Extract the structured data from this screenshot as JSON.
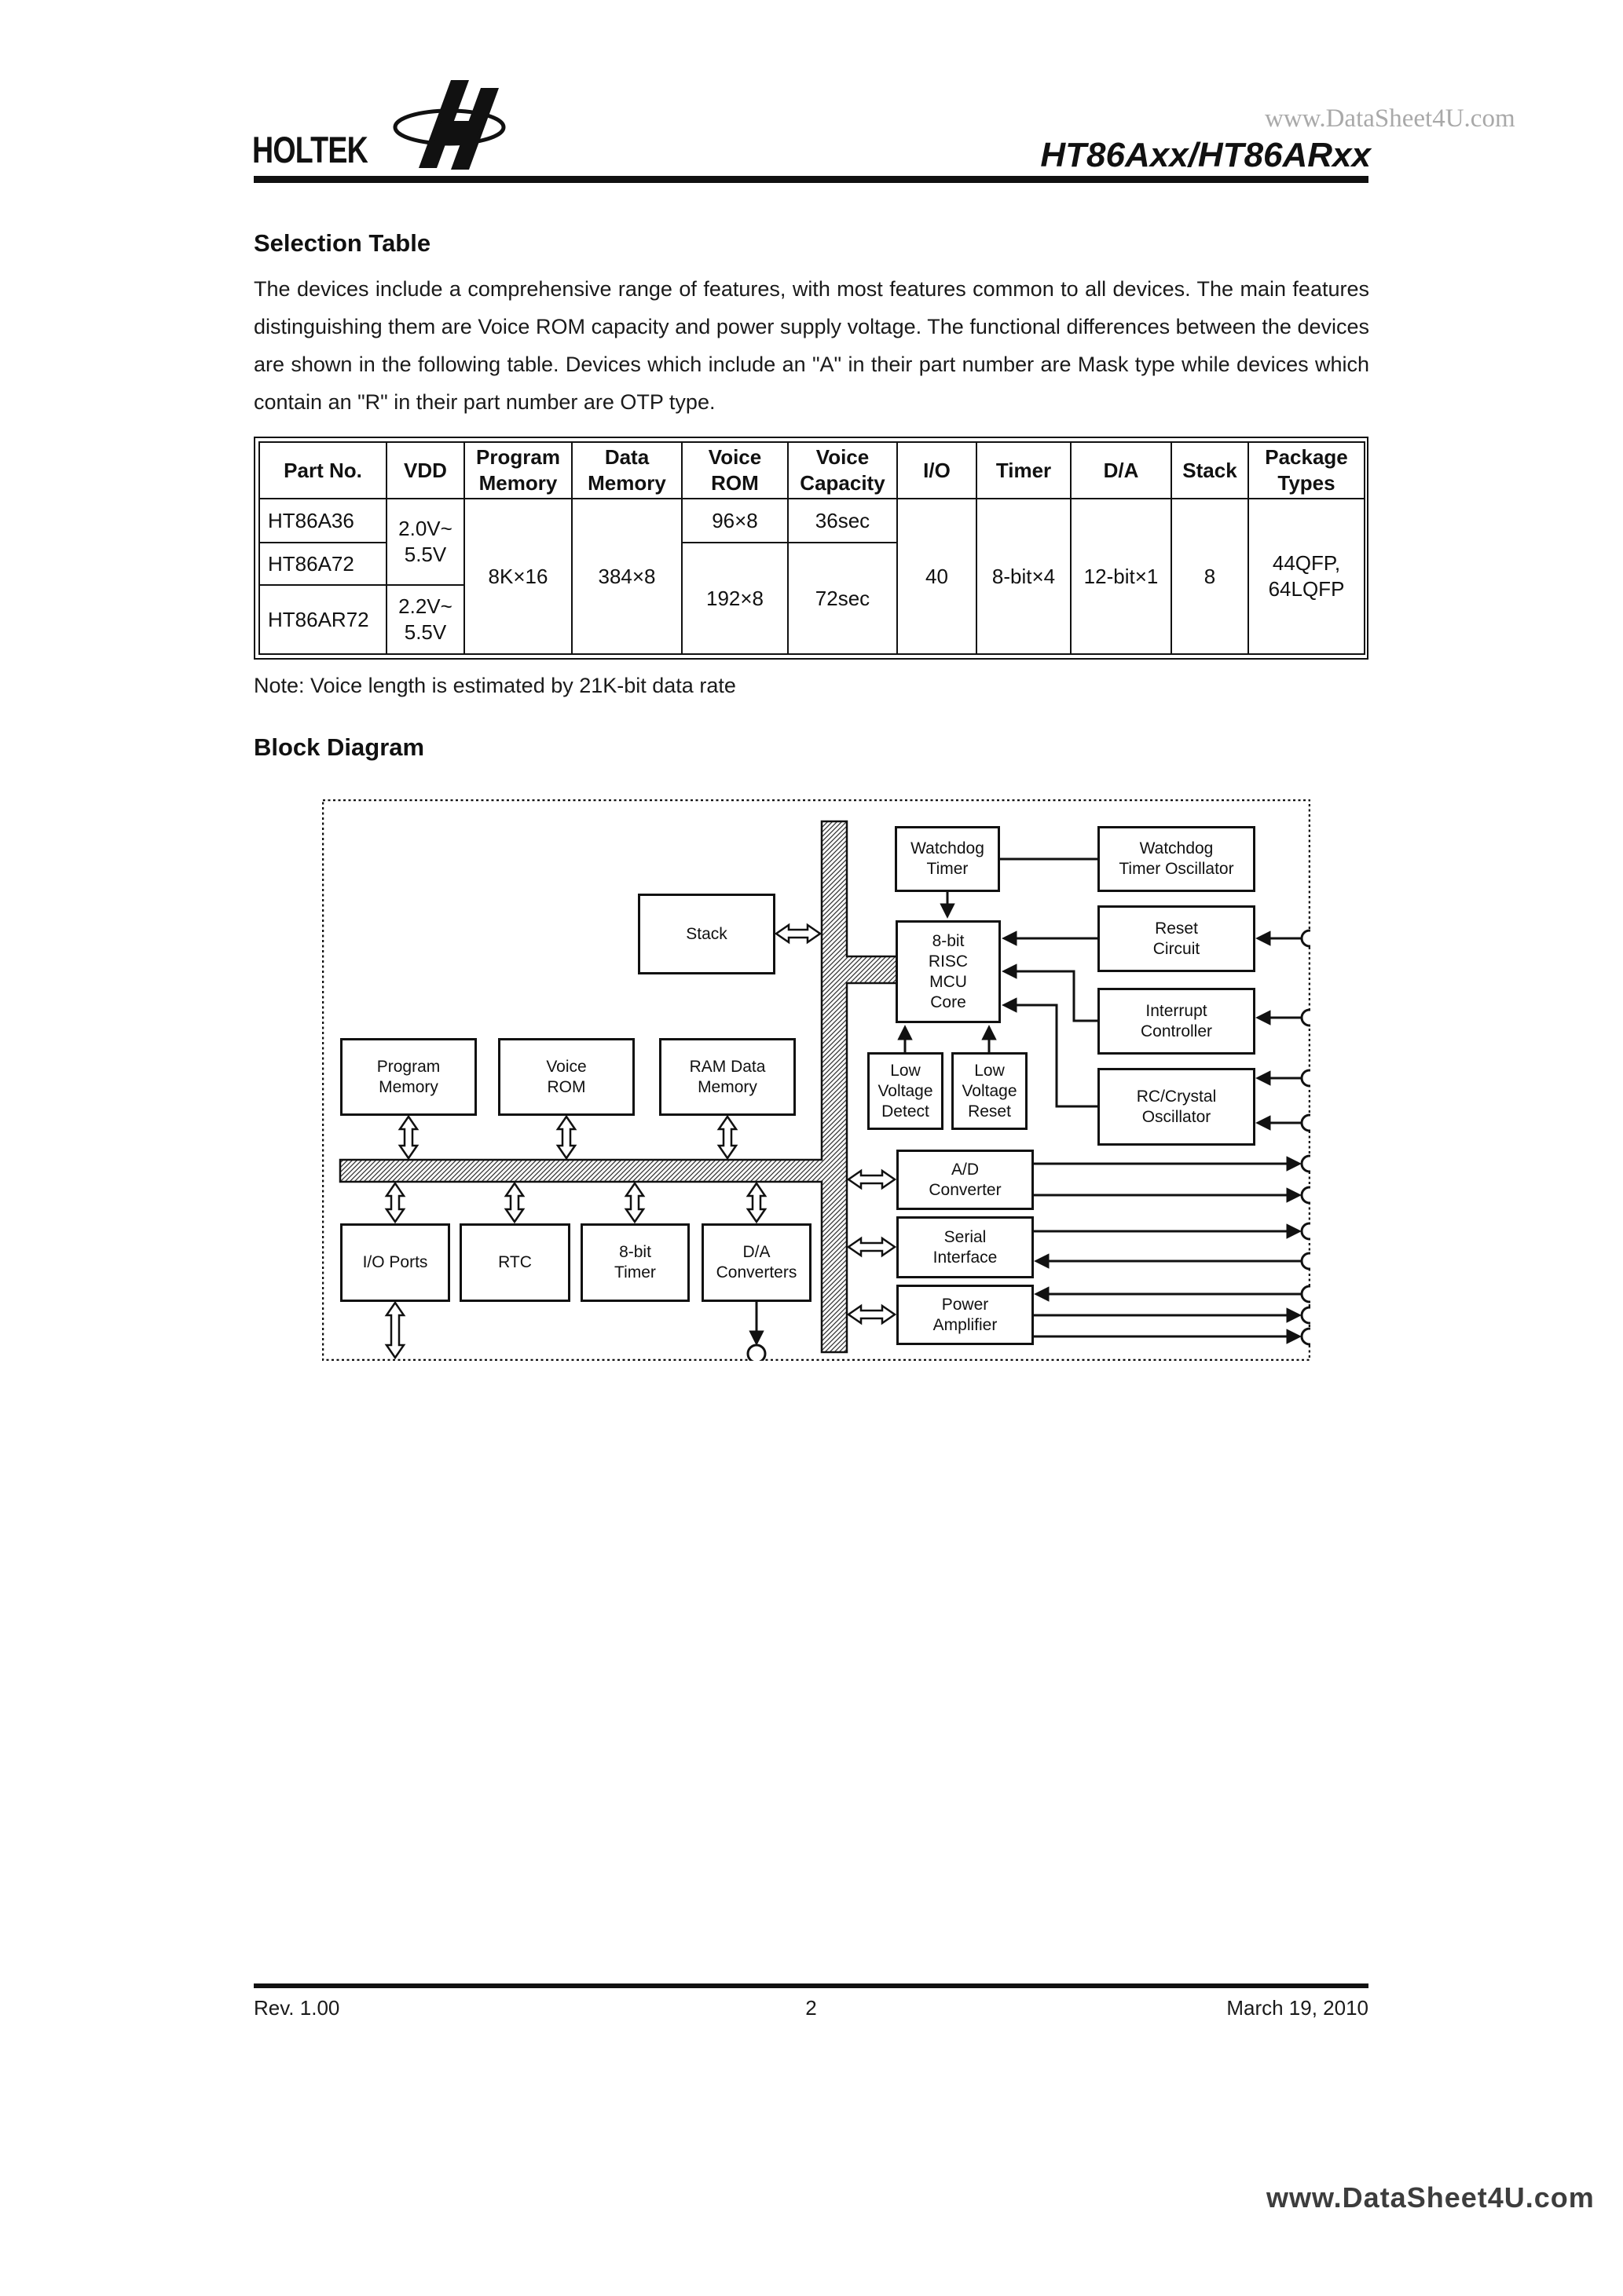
{
  "header": {
    "brand": "HOLTEK",
    "watermark_top": "www.DataSheet4U.com",
    "title": "HT86Axx/HT86ARxx"
  },
  "sections": {
    "selection_table_heading": "Selection Table",
    "intro_paragraph": "The devices include a comprehensive range of features, with most features common to all devices. The main features distinguishing them are Voice ROM capacity and power supply voltage. The functional differences between the devices are shown in the following table. Devices which include an \"A\" in their part number are Mask type while devices which contain an \"R\" in their part number are OTP type.",
    "note": "Note: Voice length is estimated by 21K-bit data rate",
    "block_diagram_heading": "Block Diagram"
  },
  "table": {
    "headers": [
      "Part No.",
      "VDD",
      "Program\nMemory",
      "Data\nMemory",
      "Voice\nROM",
      "Voice\nCapacity",
      "I/O",
      "Timer",
      "D/A",
      "Stack",
      "Package\nTypes"
    ],
    "cells": {
      "part1": "HT86A36",
      "part2": "HT86A72",
      "part3": "HT86AR72",
      "vdd_12": "2.0V~\n5.5V",
      "vdd_3": "2.2V~\n5.5V",
      "program_memory": "8K×16",
      "data_memory": "384×8",
      "voice_rom_1": "96×8",
      "voice_cap_1": "36sec",
      "voice_rom_23": "192×8",
      "voice_cap_23": "72sec",
      "io": "40",
      "timer": "8-bit×4",
      "da": "12-bit×1",
      "stack": "8",
      "package": "44QFP,\n64LQFP"
    }
  },
  "diagram": {
    "nodes": {
      "watchdog_timer": "Watchdog\nTimer",
      "watchdog_osc": "Watchdog\nTimer Oscillator",
      "stack": "Stack",
      "mcu": "8-bit\nRISC\nMCU\nCore",
      "reset": "Reset\nCircuit",
      "interrupt": "Interrupt\nController",
      "lvd": "Low\nVoltage\nDetect",
      "lvr": "Low\nVoltage\nReset",
      "rc_osc": "RC/Crystal\nOscillator",
      "program_memory": "Program\nMemory",
      "voice_rom": "Voice\nROM",
      "ram": "RAM Data\nMemory",
      "io_ports": "I/O Ports",
      "rtc": "RTC",
      "timer8": "8-bit\nTimer",
      "da_conv": "D/A\nConverters",
      "ad_conv": "A/D\nConverter",
      "serial": "Serial\nInterface",
      "power_amp": "Power\nAmplifier"
    }
  },
  "footer": {
    "rev": "Rev. 1.00",
    "page_number": "2",
    "date": "March 19, 2010",
    "watermark_bottom": "www.DataSheet4U.com"
  }
}
